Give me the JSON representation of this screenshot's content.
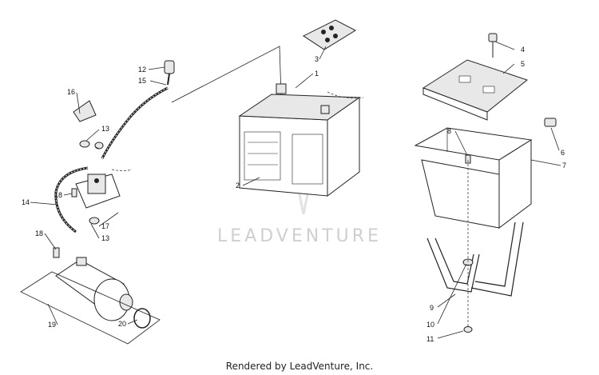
{
  "watermark": "LEADVENTURE",
  "credit": "Rendered by LeadVenture, Inc.",
  "callouts": [
    "1",
    "2",
    "3",
    "4",
    "5",
    "6",
    "7",
    "8",
    "9",
    "10",
    "11",
    "12",
    "13",
    "13",
    "14",
    "15",
    "16",
    "17",
    "18",
    "18",
    "19",
    "20"
  ]
}
